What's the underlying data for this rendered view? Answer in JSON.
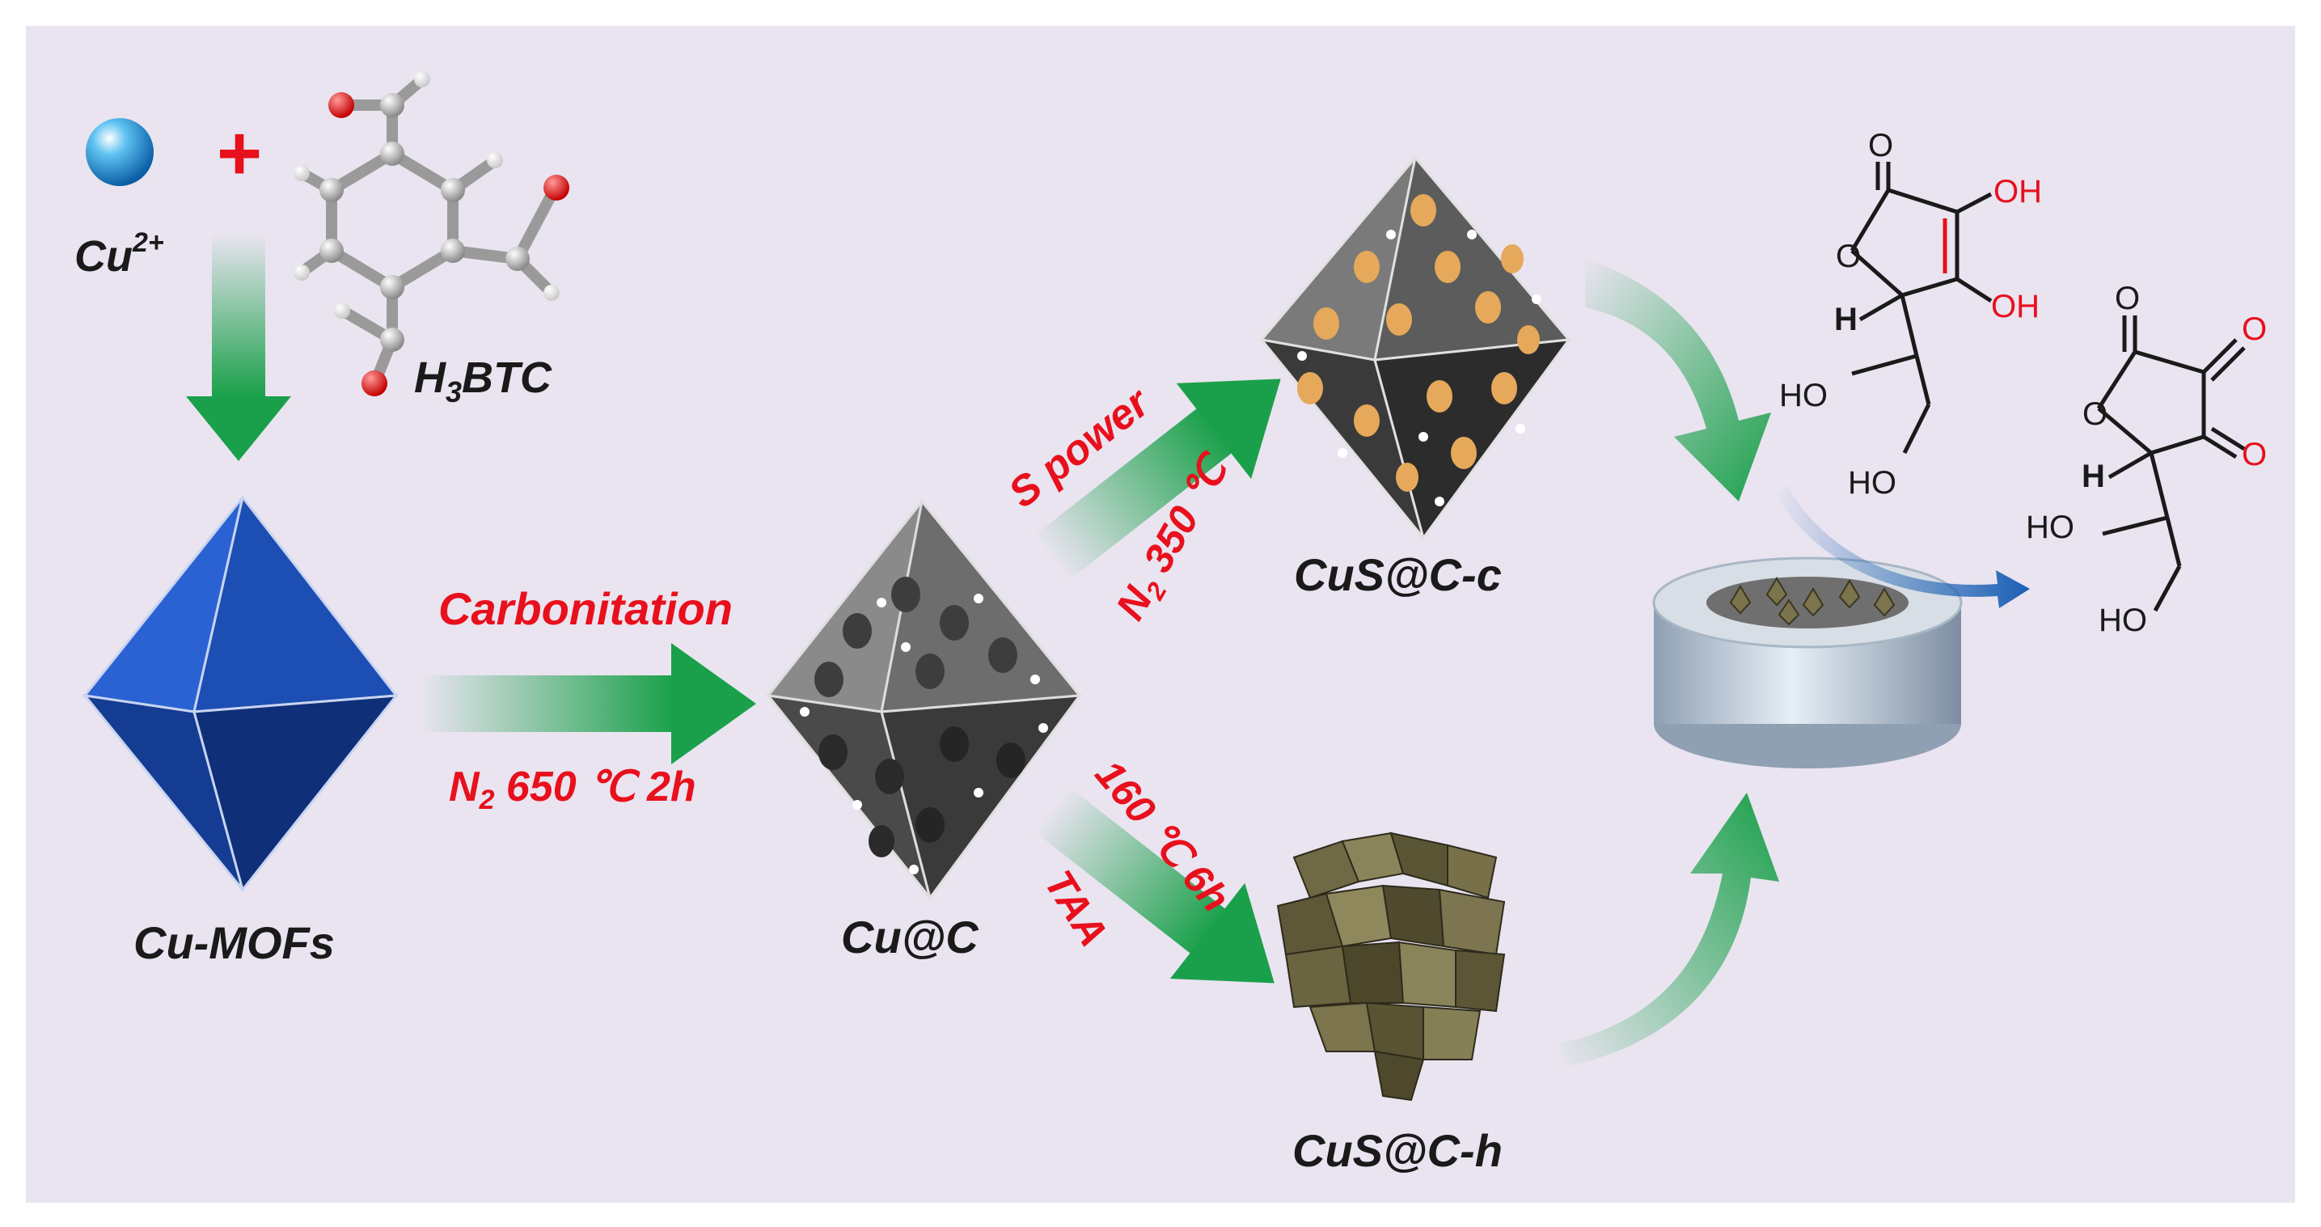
{
  "labels": {
    "cu_ion": "Cu",
    "cu_ion_charge": "2+",
    "plus": "+",
    "linker_h": "H",
    "linker_sub": "3",
    "linker_rest": "BTC",
    "mof": "Cu-MOFs",
    "carbonization": "Carbonitation",
    "cond1_n": "N",
    "cond1_sub": "2",
    "cond1_rest": " 650 ℃ 2h",
    "cuc": "Cu@C",
    "s_power": "S power",
    "cond2_n": "N",
    "cond2_sub": "2",
    "cond2_rest": " 350 ℃",
    "cusc_c": "CuS@C-c",
    "cond3": "160 ℃ 6h",
    "taa": "TAA",
    "cusc_h": "CuS@C-h"
  },
  "ascorbic_acid": {
    "o_top": "O",
    "oh1": "OH",
    "o_ring": "O",
    "h": "H",
    "oh2": "OH",
    "ho1": "HO",
    "ho2": "HO"
  },
  "dehydroascorbic_acid": {
    "o1": "O",
    "o2": "O",
    "o_ring": "O",
    "h": "H",
    "o3": "O",
    "ho1": "HO",
    "ho2": "HO"
  },
  "colors": {
    "background": "#e9e4f0",
    "label_red": "#e8101c",
    "arrow_green": "#1aa04a",
    "octahedron_blue": "#1f4fb8",
    "pore_gold": "#e6a85a"
  }
}
